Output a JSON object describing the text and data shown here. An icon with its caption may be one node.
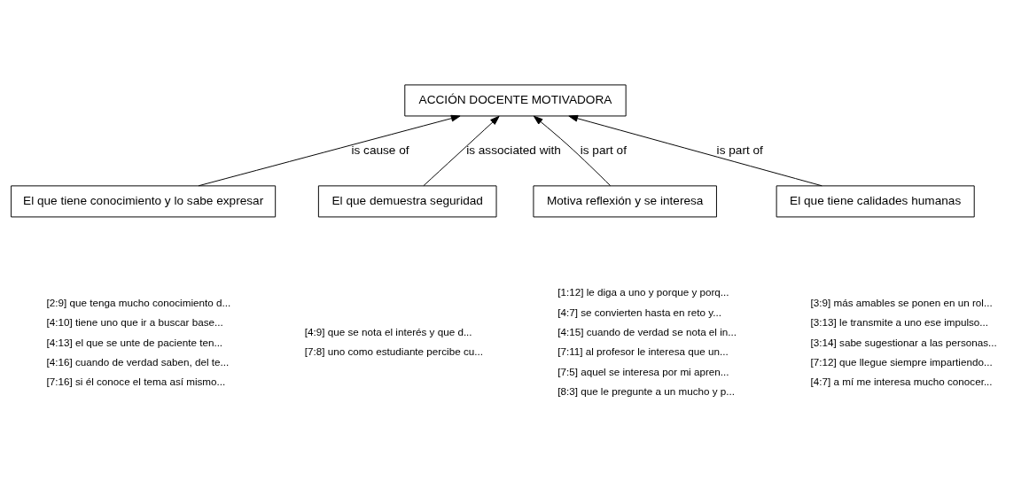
{
  "diagram": {
    "nodes": [
      {
        "text": [
          "ACCIÓN DOCENTE MOTIVADORA"
        ]
      },
      {
        "text": [
          "El que tiene conocimiento y lo sabe expresar"
        ],
        "beside": [
          "[2:9] que tenga mucho conocimiento d...",
          "[4:10] tiene uno que ir a buscar base...",
          "[4:13] el que se unte de paciente ten...",
          "[4:16] cuando de verdad saben, del te...",
          "[7:16] si él conoce el tema así mismo..."
        ]
      },
      {
        "text": [
          "El que demuestra seguridad"
        ],
        "beside": [
          "[4:9] que se nota el interés y que d...",
          "[7:8] uno como estudiante percibe cu..."
        ]
      },
      {
        "text": [
          "Motiva reflexión y se interesa"
        ],
        "beside": [
          "[1:12] le diga a uno y porque y porq...",
          "[4:7] se convierten hasta en reto y...",
          "[4:15] cuando de verdad se nota el in...",
          "[7:11] al profesor le interesa que un...",
          "[7:5] aquel se interesa por mi apren...",
          "[8:3] que le pregunte a un mucho y p..."
        ]
      },
      {
        "text": [
          "El que tiene calidades humanas"
        ],
        "beside": [
          "[3:9] más amables se ponen en un rol...",
          "[3:13] le transmite a uno ese impulso...",
          "[3:14] sabe sugestionar a las personas...",
          "[7:12] que llegue siempre impartiendo...",
          "[4:7] a mí me interesa mucho conocer..."
        ]
      }
    ],
    "edges": [
      {
        "from": 1,
        "to": 0,
        "arrow": "to",
        "label": "is cause of"
      },
      {
        "from": 2,
        "to": 0,
        "arrow": "to",
        "label": "is associated with"
      },
      {
        "from": 3,
        "to": 0,
        "arrow": "to",
        "label": "is part of"
      },
      {
        "from": 4,
        "to": 0,
        "arrow": "to",
        "label": "is part of"
      }
    ]
  }
}
